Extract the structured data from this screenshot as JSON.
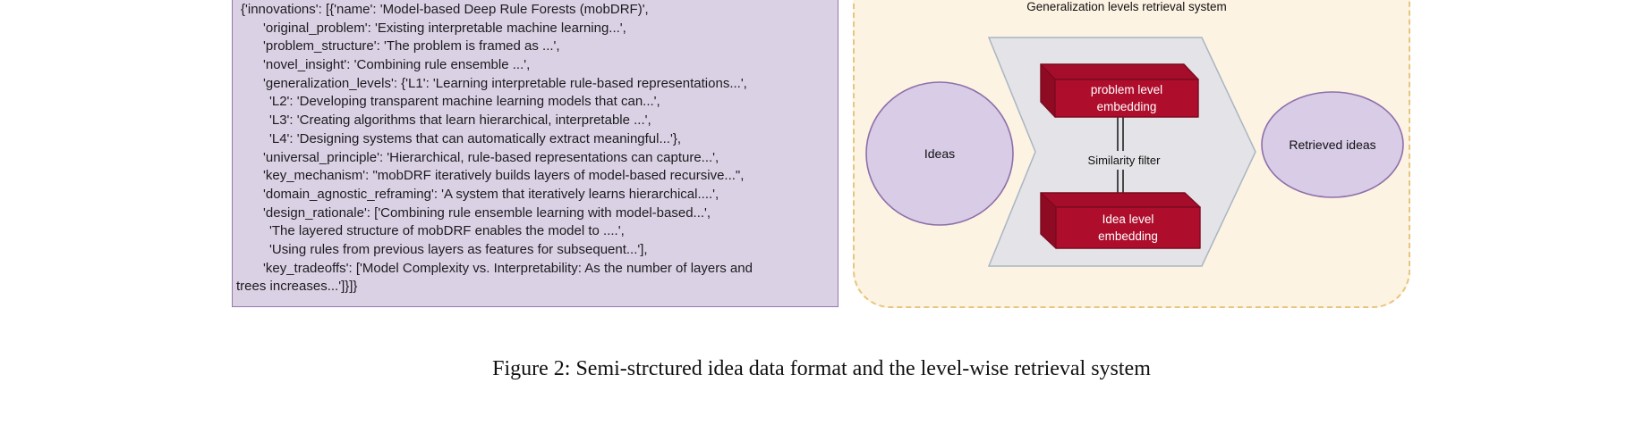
{
  "figure": {
    "caption": "Figure 2: Semi-strctured idea data format and the level-wise retrieval system"
  },
  "idea_json_card": {
    "lines": [
      "{'innovations': [{'name': 'Model-based Deep Rule Forests (mobDRF)',",
      "'original_problem': 'Existing interpretable machine learning...',",
      "'problem_structure': 'The problem is framed as ...',",
      "'novel_insight': 'Combining rule ensemble ...',",
      "'generalization_levels': {'L1': 'Learning interpretable rule-based representations...',",
      "'L2': 'Developing transparent machine learning models that can...',",
      "'L3': 'Creating algorithms that learn hierarchical, interpretable ...',",
      "'L4': 'Designing systems that can automatically extract meaningful...'},",
      "'universal_principle': 'Hierarchical, rule-based representations can capture...',",
      "'key_mechanism': \"mobDRF iteratively builds layers of model-based recursive...\",",
      "'domain_agnostic_reframing': 'A system that iteratively learns hierarchical....',",
      "'design_rationale': ['Combining rule ensemble learning with model-based...',",
      "'The layered structure of mobDRF enables the model to ....',",
      "'Using rules from previous layers as features for subsequent...'],",
      "'key_tradeoffs': ['Model Complexity vs. Interpretability: As the number of layers and",
      "trees increases...']}]}"
    ]
  },
  "retrieval_diagram": {
    "title": "Generalization levels retrieval system",
    "ideas_label": "Ideas",
    "retrieved_label": "Retrieved ideas",
    "similarity_label": "Similarity filter",
    "problem_box": {
      "line1": "problem level",
      "line2": "embedding"
    },
    "idea_box": {
      "line1": "Idea level",
      "line2": "embedding"
    }
  },
  "colors": {
    "card_fill": "#dbd1e4",
    "card_border": "#9577ad",
    "panel_fill": "#fdf3e3",
    "panel_border": "#e6c67f",
    "ellipse_fill": "#d8cce7",
    "ellipse_border": "#8e6fa9",
    "chevron_fill": "#e4e3e7",
    "chevron_border": "#a9b6c2",
    "embed_front": "#ae0e2c",
    "embed_top": "#a50d2a",
    "embed_side": "#8f0b23",
    "embed_border": "#7a0a20"
  }
}
